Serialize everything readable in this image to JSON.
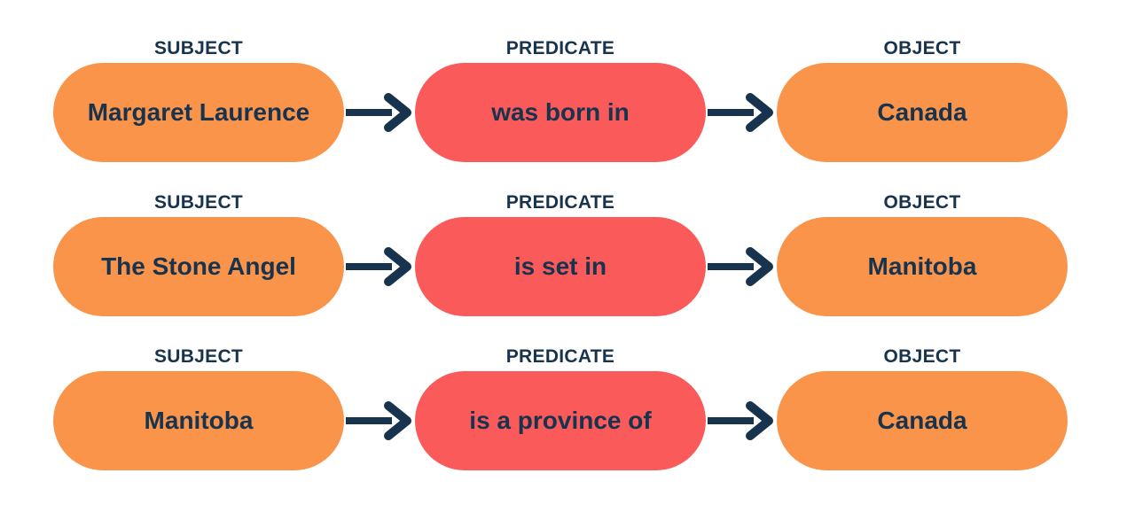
{
  "headers": {
    "subject": "SUBJECT",
    "predicate": "PREDICATE",
    "object": "OBJECT"
  },
  "triples": [
    {
      "subject": "Margaret Laurence",
      "predicate": "was born in",
      "object": "Canada"
    },
    {
      "subject": "The Stone Angel",
      "predicate": "is set in",
      "object": "Manitoba"
    },
    {
      "subject": "Manitoba",
      "predicate": "is a province of",
      "object": "Canada"
    }
  ],
  "colors": {
    "subject_object_fill": "#F9944A",
    "predicate_fill": "#FA5A5A",
    "text_navy": "#17334E",
    "arrow": "#17334E",
    "background": "#FFFFFF"
  },
  "icons": {
    "arrow": "right-arrow"
  }
}
